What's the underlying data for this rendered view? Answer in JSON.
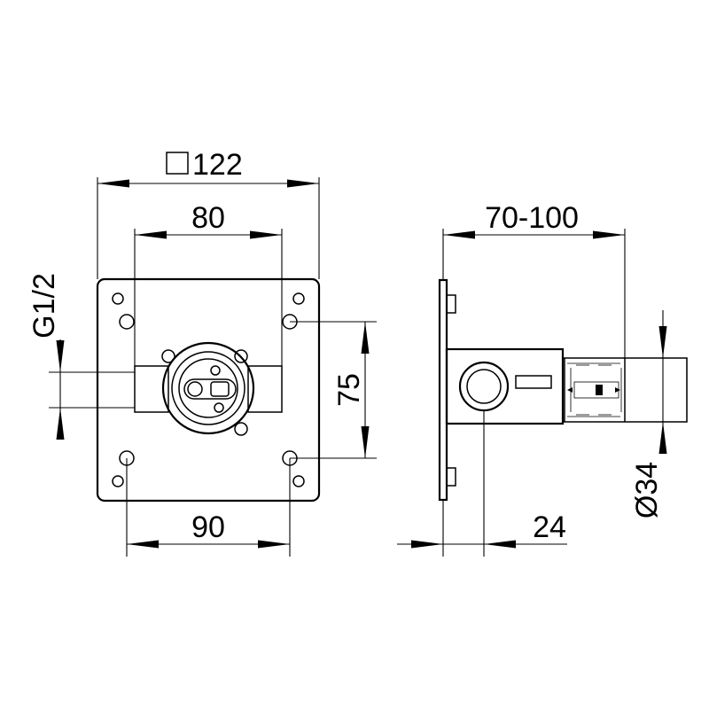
{
  "dimensions": {
    "plate_size": "122",
    "mount_spacing": "80",
    "hole_spacing_v": "75",
    "hole_spacing_h": "90",
    "thread": "G1/2",
    "depth_range": "70-100",
    "offset": "24",
    "diameter": "Ø34"
  }
}
